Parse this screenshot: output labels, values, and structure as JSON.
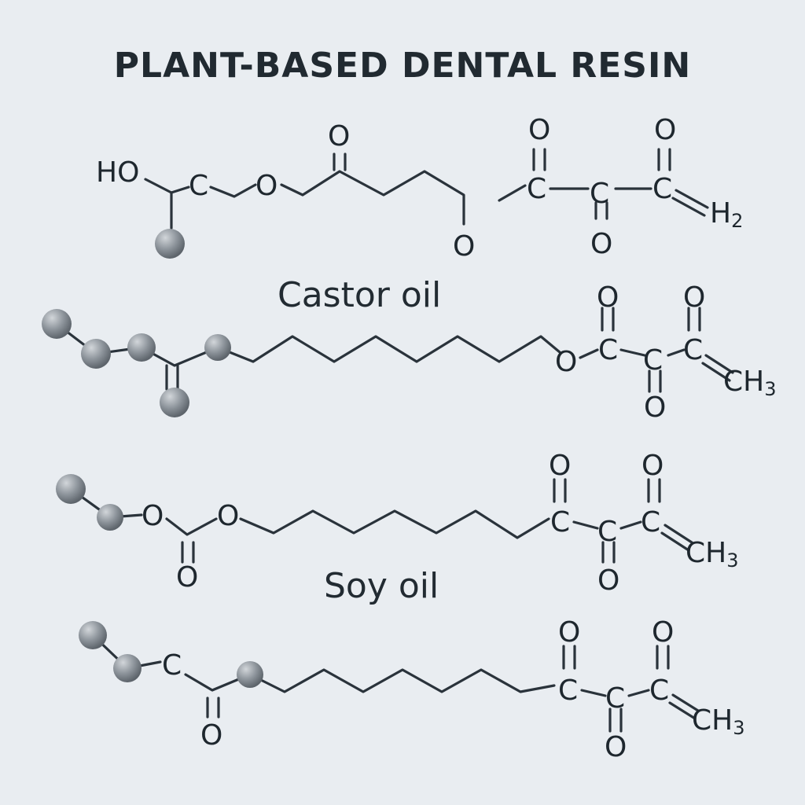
{
  "title": "PLANT-BASED DENTAL RESIN",
  "labels": {
    "castor": "Castor oil",
    "soy": "Soy oil"
  },
  "atoms": {
    "ho": "HO",
    "c": "C",
    "o": "O",
    "h2": "H",
    "h2_sub": "2",
    "ch3": "CH",
    "ch3_sub": "3"
  },
  "colors": {
    "background": "#e9edf1",
    "bond": "#2a333b",
    "text": "#1e272e",
    "sphere": "#8e959c"
  }
}
